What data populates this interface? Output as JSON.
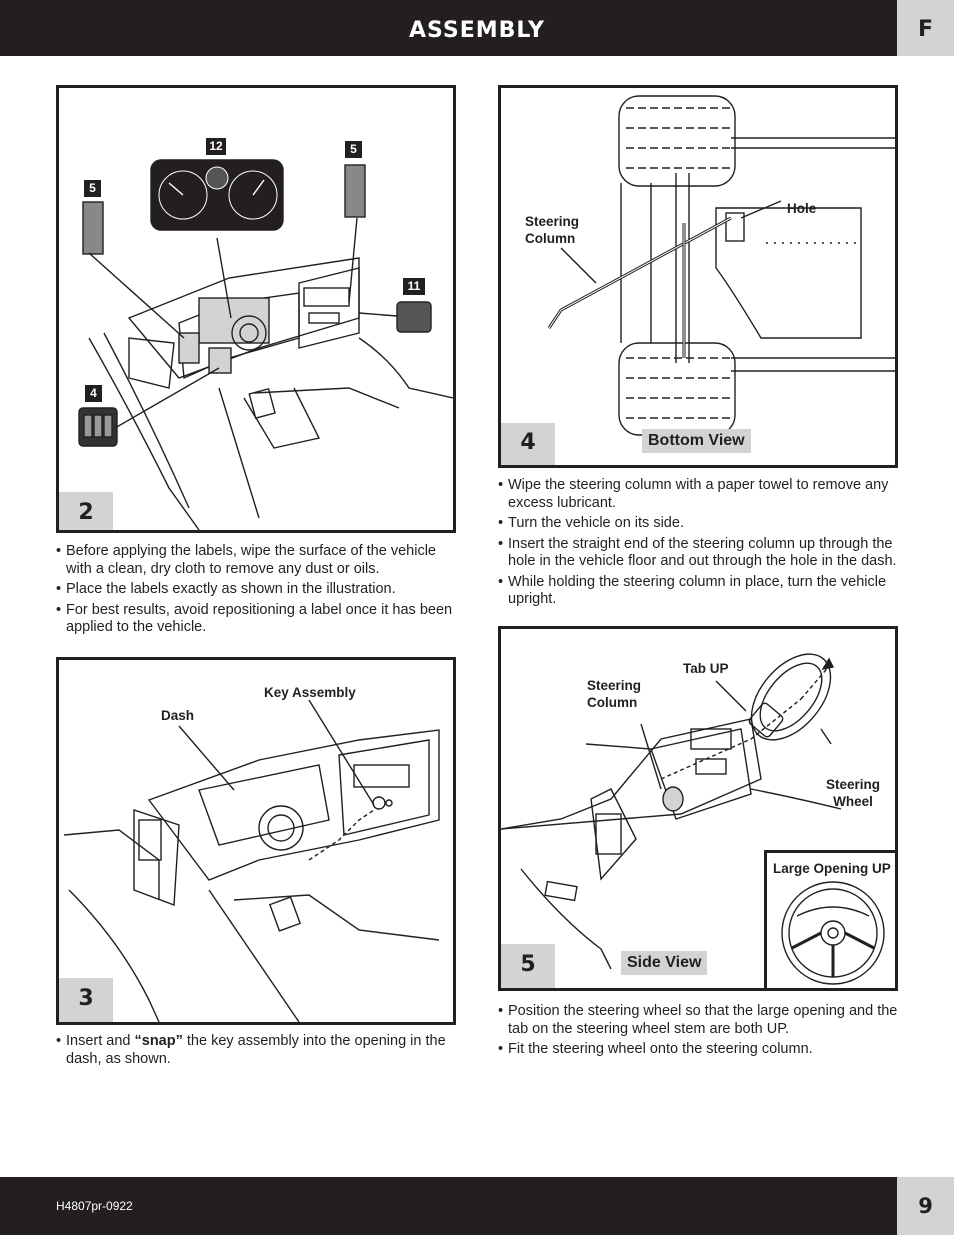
{
  "header": {
    "title": "ASSEMBLY",
    "section": "F"
  },
  "footer": {
    "doc_number": "H4807pr-0922",
    "page": "9"
  },
  "step2": {
    "number": "2",
    "label_numbers": {
      "a": "12",
      "b": "5",
      "c": "5",
      "d": "11",
      "e": "4"
    },
    "bullets": [
      "Before applying the labels, wipe the surface of the vehicle with a clean, dry cloth to remove any dust or oils.",
      "Place the labels exactly as shown in the illustration.",
      "For best results, avoid repositioning a label once it has been applied to the vehicle."
    ]
  },
  "step3": {
    "number": "3",
    "callouts": {
      "key_assembly": "Key Assembly",
      "dash": "Dash"
    },
    "bullet_prefix": "Insert and ",
    "bullet_bold": "“snap”",
    "bullet_suffix": " the key assembly into the opening in the dash, as shown."
  },
  "step4": {
    "number": "4",
    "view": "Bottom View",
    "callouts": {
      "steering_column_1": "Steering",
      "steering_column_2": "Column",
      "hole": "Hole"
    },
    "bullets": [
      "Wipe the steering column with a paper towel to remove any excess lubricant.",
      "Turn the vehicle on its side.",
      "Insert the straight end of the steering column up through the hole in the vehicle floor and out through the hole in the dash.",
      "While holding the steering column in place, turn the vehicle upright."
    ]
  },
  "step5": {
    "number": "5",
    "view": "Side View",
    "callouts": {
      "tab_up": "Tab UP",
      "steering_column_1": "Steering",
      "steering_column_2": "Column",
      "steering_wheel_1": "Steering",
      "steering_wheel_2": "Wheel",
      "large_opening": "Large Opening UP"
    },
    "bullets": [
      "Position the steering wheel so that the large opening and the tab on the steering wheel stem are both UP.",
      "Fit the steering wheel onto the steering column."
    ]
  }
}
